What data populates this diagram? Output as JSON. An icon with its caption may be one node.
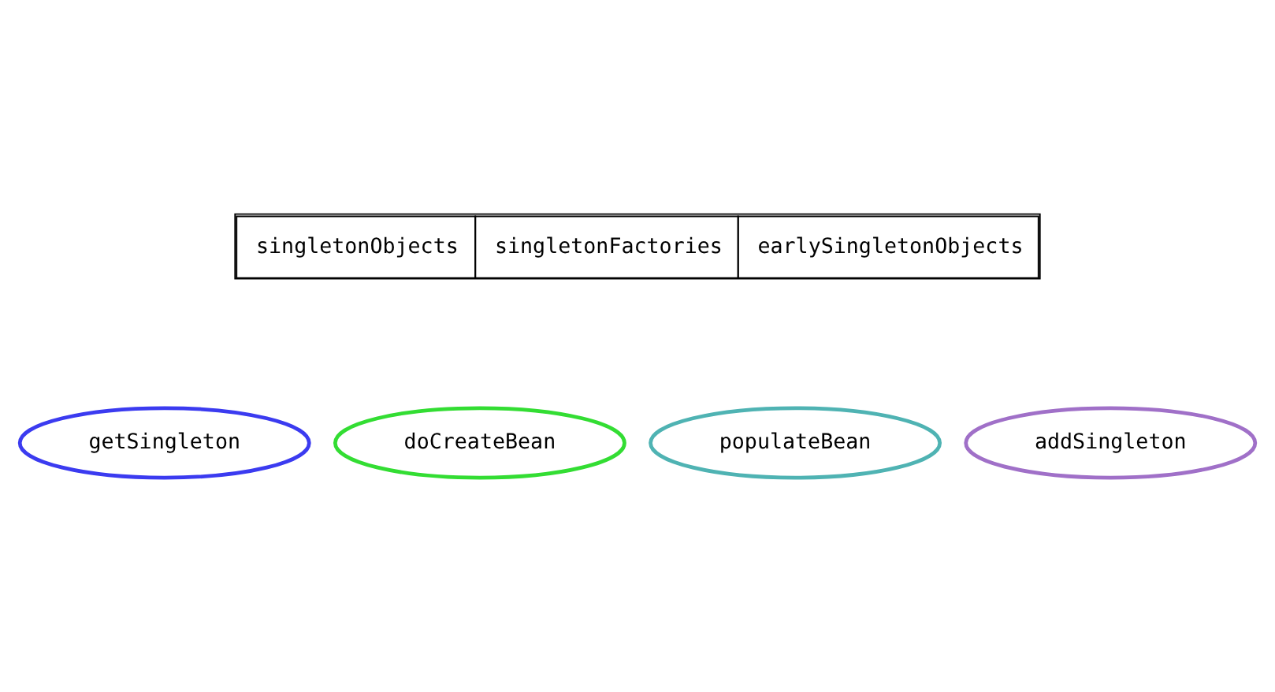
{
  "diagram": {
    "nodes": [
      {
        "text": [
          "singletonObjects",
          "singletonFactories",
          "earlySingletonObjects"
        ]
      },
      {
        "text": [
          "getSingleton"
        ]
      },
      {
        "text": [
          "doCreateBean"
        ]
      },
      {
        "text": [
          "populateBean"
        ]
      },
      {
        "text": [
          "addSingleton"
        ]
      }
    ],
    "edges": []
  }
}
